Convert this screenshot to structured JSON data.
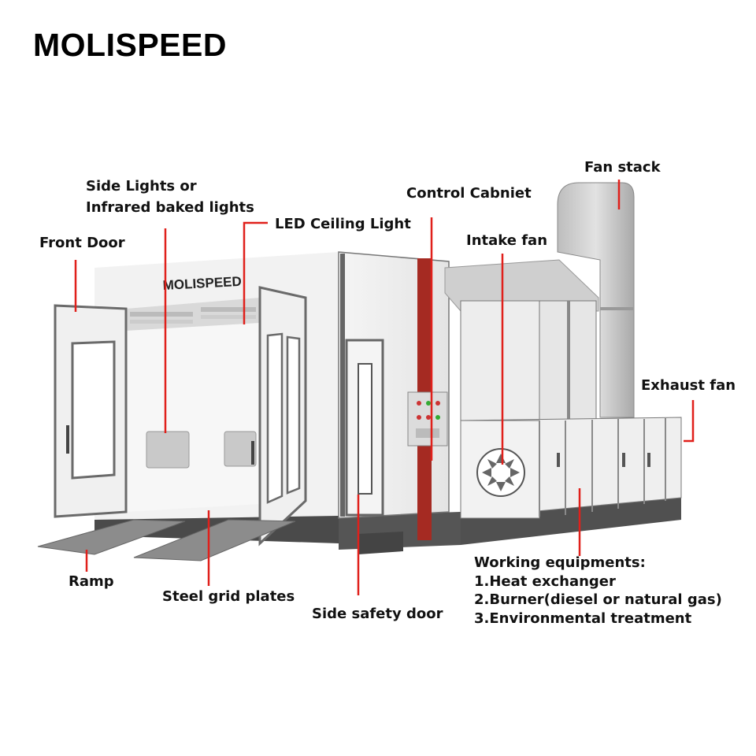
{
  "brand": "MOLISPEED",
  "booth_logo": "MOLISPEED",
  "labels": {
    "fan_stack": "Fan stack",
    "side_lights_1": "Side Lights or",
    "side_lights_2": "Infrared baked lights",
    "control_cabinet": "Control Cabniet",
    "led_ceiling_light": "LED Ceiling Light",
    "front_door": "Front Door",
    "intake_fan": "Intake fan",
    "exhaust_fan": "Exhaust fan",
    "ramp": "Ramp",
    "steel_grid_plates": "Steel grid plates",
    "side_safety_door": "Side safety door"
  },
  "working_equipments": {
    "title": "Working equipments:",
    "items": [
      "1.Heat exchanger",
      "2.Burner(diesel or natural gas)",
      "3.Environmental treatment"
    ]
  },
  "colors": {
    "leader_line": "#e0201b",
    "cabinet_stripe": "#a52a22",
    "panel": "#eeeeee",
    "frame": "#6a6a6a"
  }
}
